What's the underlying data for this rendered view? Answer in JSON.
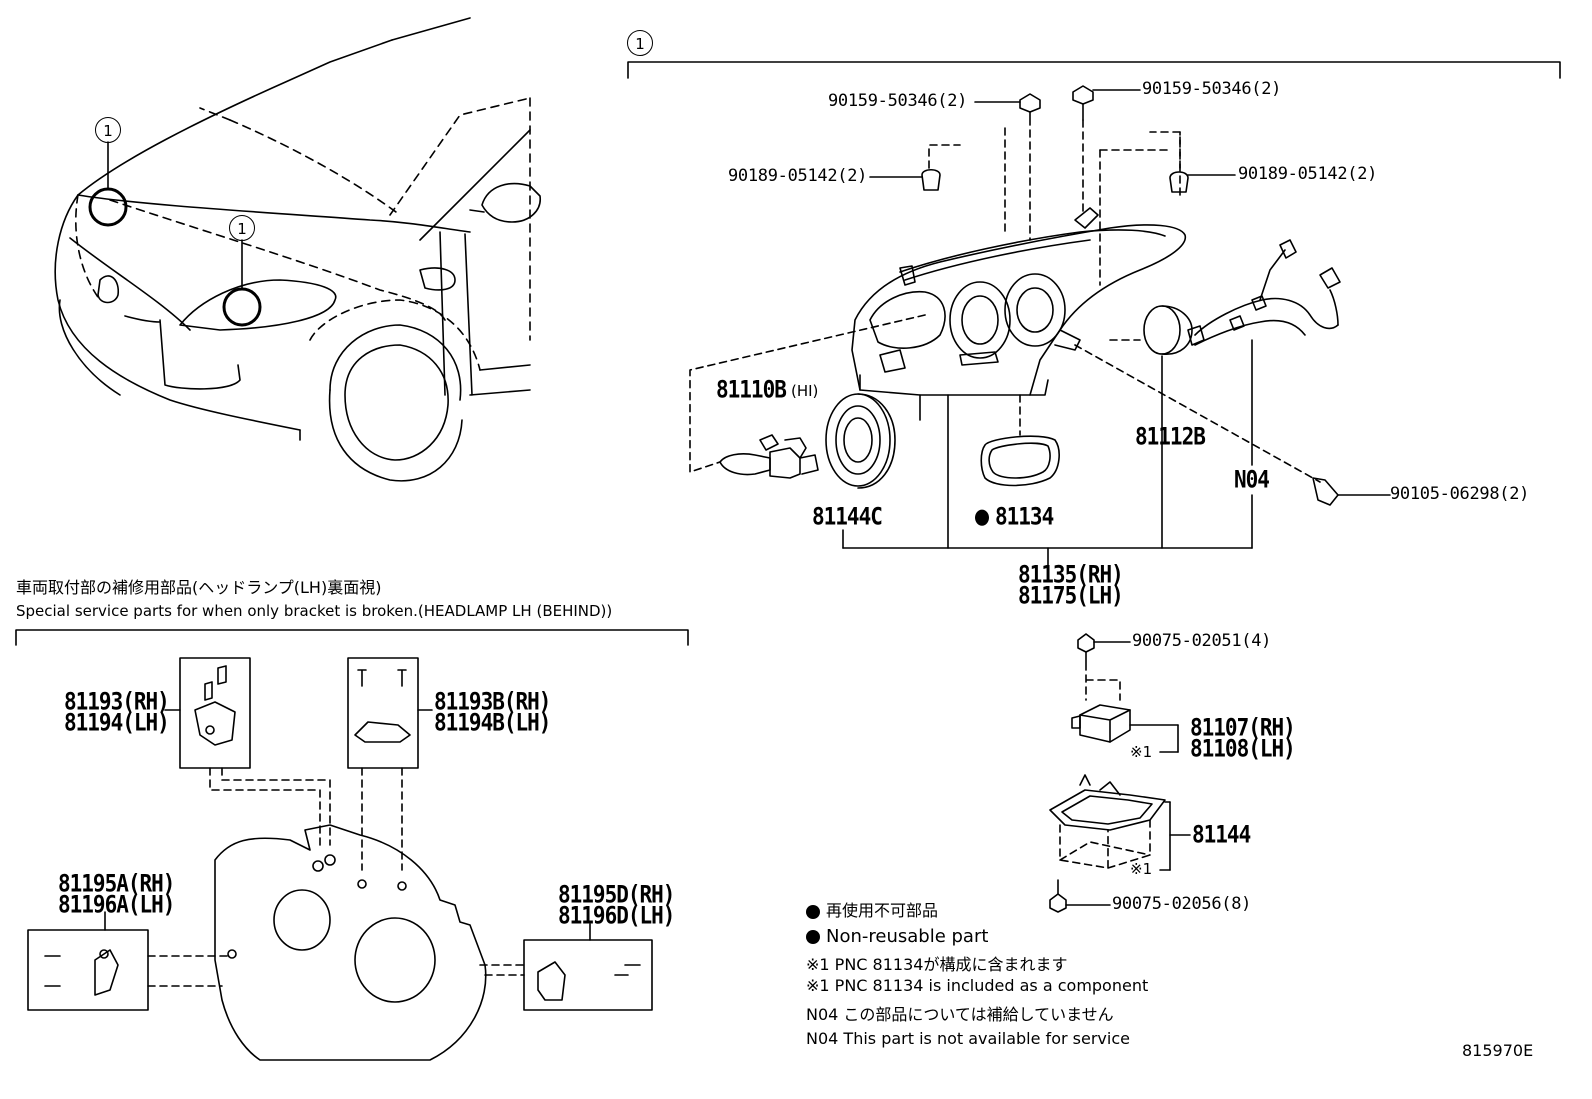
{
  "callout_ref": "1",
  "headlamp_parts": {
    "bolt_top_left": "90159-50346(2)",
    "bolt_top_right": "90159-50346(2)",
    "clip_left": "90189-05142(2)",
    "clip_right": "90189-05142(2)",
    "bulb": "81110B",
    "bulb_note": "(HI)",
    "cover": "81144C",
    "gasket": "81134",
    "cap": "81112B",
    "harness": "N04",
    "screw_right": "90105-06298(2)",
    "assembly_rh": "81135(RH)",
    "assembly_lh": "81175(LH)"
  },
  "ballast_parts": {
    "screw_top": "90075-02051(4)",
    "computer_rh": "81107(RH)",
    "computer_lh": "81108(LH)",
    "computer_mark": "※1",
    "ballast": "81144",
    "ballast_mark": "※1",
    "screw_bottom": "90075-02056(8)"
  },
  "bracket_section": {
    "title_jp": "車両取付部の補修用部品(ヘッドランプ(LH)裏面視)",
    "title_en": "Special service parts for when only bracket is broken.(HEADLAMP LH (BEHIND))",
    "bracket1_rh": "81193(RH)",
    "bracket1_lh": "81194(LH)",
    "bracket2_rh": "81193B(RH)",
    "bracket2_lh": "81194B(LH)",
    "bracket3_rh": "81195A(RH)",
    "bracket3_lh": "81196A(LH)",
    "bracket4_rh": "81195D(RH)",
    "bracket4_lh": "81196D(LH)"
  },
  "legend": {
    "nonreusable_jp": "再使用不可部品",
    "nonreusable_en": "Non-reusable part",
    "note1_jp": "※1 PNC 81134が構成に含まれます",
    "note1_en": "※1 PNC 81134 is included as a component",
    "note2_jp": "N04 この部品については補給していません",
    "note2_en": "N04 This part is not available for service"
  },
  "diagram_id": "815970E"
}
